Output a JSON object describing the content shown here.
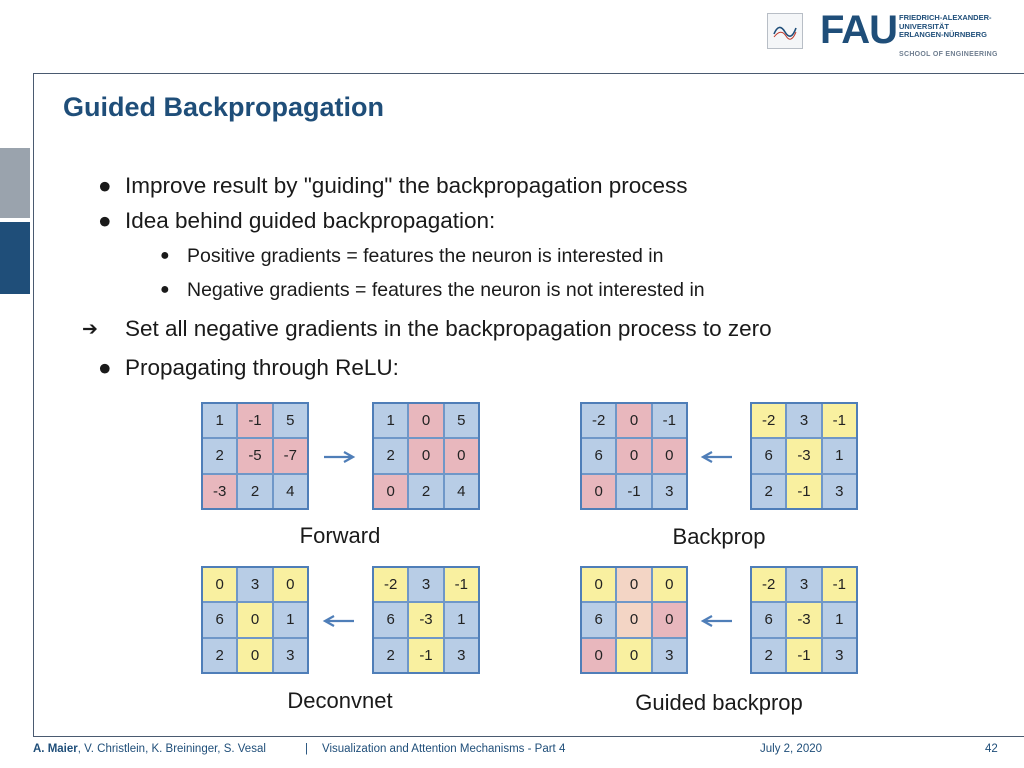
{
  "header": {
    "logo_main": "FAU",
    "logo_lines": [
      "FRIEDRICH-ALEXANDER-",
      "UNIVERSITÄT",
      "ERLANGEN-NÜRNBERG"
    ],
    "logo_school": "SCHOOL OF ENGINEERING"
  },
  "title": "Guided Backpropagation",
  "bullets": [
    {
      "mark": "●",
      "text": "Improve result by \"guiding\" the backpropagation process"
    },
    {
      "mark": "●",
      "text": "Idea behind guided backpropagation:"
    },
    {
      "mark": "●",
      "text": "Positive gradients = features the neuron is interested in"
    },
    {
      "mark": "●",
      "text": "Negative gradients = features the neuron is not interested in"
    },
    {
      "mark": "➔",
      "text": "Set all negative gradients in the backpropagation process to zero"
    },
    {
      "mark": "●",
      "text": "Propagating through ReLU:"
    }
  ],
  "diagrams": [
    {
      "caption": "Forward",
      "left": {
        "values": [
          "1",
          "-1",
          "5",
          "2",
          "-5",
          "-7",
          "-3",
          "2",
          "4"
        ],
        "colors": [
          "b",
          "r",
          "b",
          "b",
          "r",
          "r",
          "r",
          "b",
          "b"
        ]
      },
      "right": {
        "values": [
          "1",
          "0",
          "5",
          "2",
          "0",
          "0",
          "0",
          "2",
          "4"
        ],
        "colors": [
          "b",
          "r",
          "b",
          "b",
          "r",
          "r",
          "r",
          "b",
          "b"
        ]
      },
      "arrow": "right"
    },
    {
      "caption": "Backprop",
      "left": {
        "values": [
          "-2",
          "0",
          "-1",
          "6",
          "0",
          "0",
          "0",
          "-1",
          "3"
        ],
        "colors": [
          "b",
          "r",
          "b",
          "b",
          "r",
          "r",
          "r",
          "b",
          "b"
        ]
      },
      "right": {
        "values": [
          "-2",
          "3",
          "-1",
          "6",
          "-3",
          "1",
          "2",
          "-1",
          "3"
        ],
        "colors": [
          "y",
          "b",
          "y",
          "b",
          "y",
          "b",
          "b",
          "y",
          "b"
        ]
      },
      "arrow": "left"
    },
    {
      "caption": "Deconvnet",
      "left": {
        "values": [
          "0",
          "3",
          "0",
          "6",
          "0",
          "1",
          "2",
          "0",
          "3"
        ],
        "colors": [
          "y",
          "b",
          "y",
          "b",
          "y",
          "b",
          "b",
          "y",
          "b"
        ]
      },
      "right": {
        "values": [
          "-2",
          "3",
          "-1",
          "6",
          "-3",
          "1",
          "2",
          "-1",
          "3"
        ],
        "colors": [
          "y",
          "b",
          "y",
          "b",
          "y",
          "b",
          "b",
          "y",
          "b"
        ]
      },
      "arrow": "left"
    },
    {
      "caption": "Guided backprop",
      "left": {
        "values": [
          "0",
          "0",
          "0",
          "6",
          "0",
          "0",
          "0",
          "0",
          "3"
        ],
        "colors": [
          "y",
          "p",
          "y",
          "b",
          "p",
          "r",
          "r",
          "y",
          "b"
        ]
      },
      "right": {
        "values": [
          "-2",
          "3",
          "-1",
          "6",
          "-3",
          "1",
          "2",
          "-1",
          "3"
        ],
        "colors": [
          "y",
          "b",
          "y",
          "b",
          "y",
          "b",
          "b",
          "y",
          "b"
        ]
      },
      "arrow": "left"
    }
  ],
  "footer": {
    "authors_lead": "A. Maier",
    "authors_rest": ", V. Christlein, K. Breininger, S. Vesal",
    "separator": "|",
    "lecture": "Visualization and Attention Mechanisms - Part 4",
    "date": "July 2, 2020",
    "page": "42"
  },
  "colors": {
    "accent": "#1f4e79",
    "cell_blue": "#b8cde6",
    "cell_red": "#e8b7bd",
    "cell_yellow": "#f9f0a0",
    "arrow": "#4f7eb8"
  }
}
